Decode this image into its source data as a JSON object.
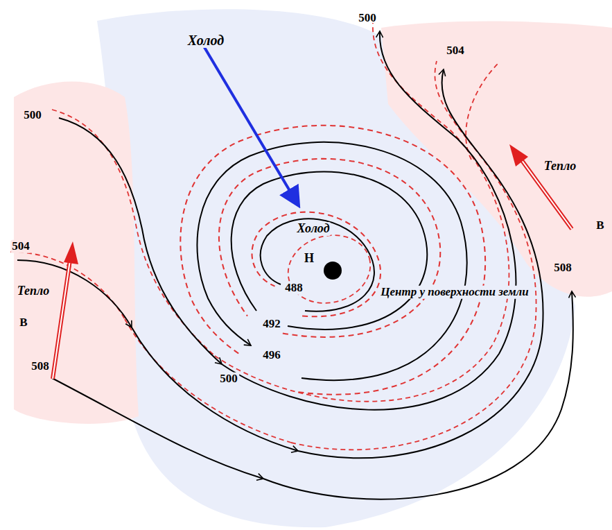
{
  "diagram": {
    "labels": [
      "Холод",
      "500",
      "504",
      "500",
      "Тепло",
      "В",
      "504",
      "Холод",
      "Н",
      "Тепло",
      "508",
      "488",
      "Центр у поверхности земли",
      "В",
      "492",
      "496",
      "508",
      "500"
    ]
  }
}
